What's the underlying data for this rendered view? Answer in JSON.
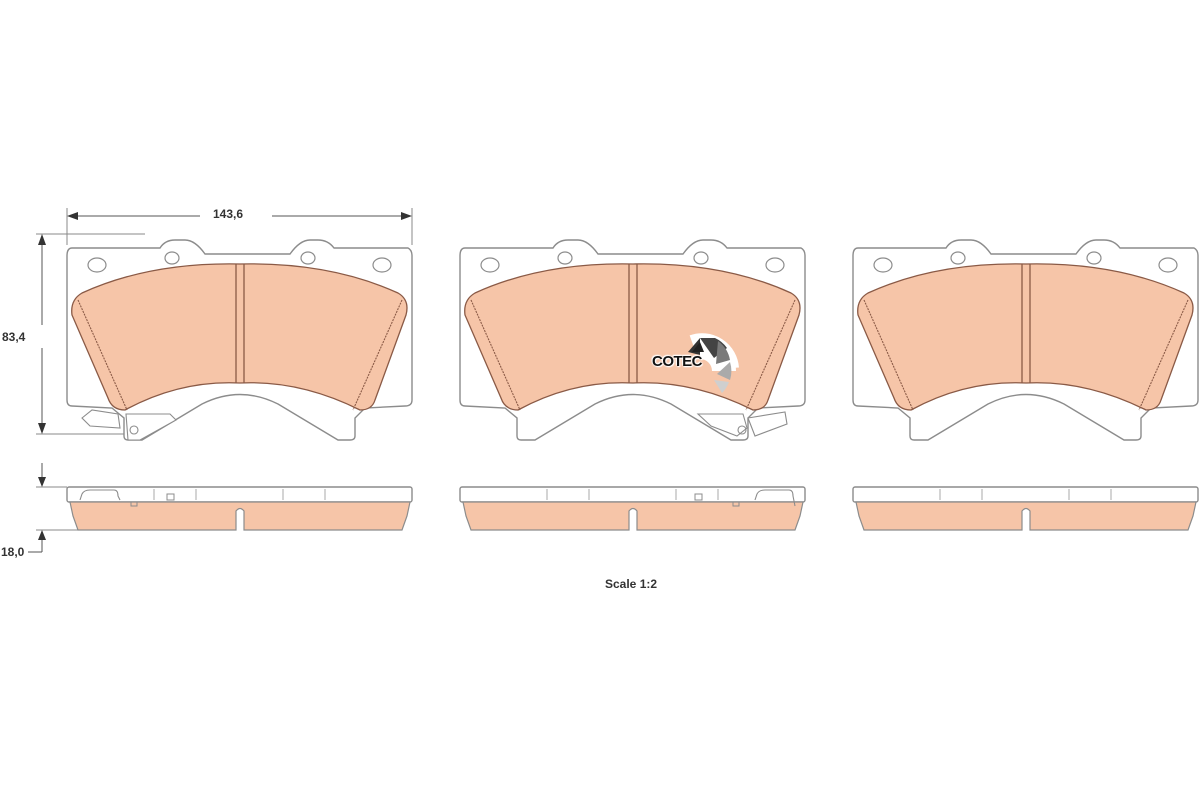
{
  "dimensions": {
    "width_label": "143,6",
    "height_label": "83,4",
    "thickness_label": "18,0"
  },
  "scale": {
    "label": "Scale 1:2"
  },
  "logo": {
    "text": "COTEC"
  },
  "pads": [
    {
      "id": "pad-left",
      "has_wear_indicator": true,
      "wear_indicator_side": "left"
    },
    {
      "id": "pad-middle",
      "has_wear_indicator": true,
      "wear_indicator_side": "right",
      "has_logo": true
    },
    {
      "id": "pad-right",
      "has_wear_indicator": false
    }
  ],
  "colors": {
    "friction": "#f6c5a8",
    "friction_stroke": "#8a5a46",
    "backplate_stroke": "#8c8c8c",
    "dimension_line": "#555555"
  }
}
